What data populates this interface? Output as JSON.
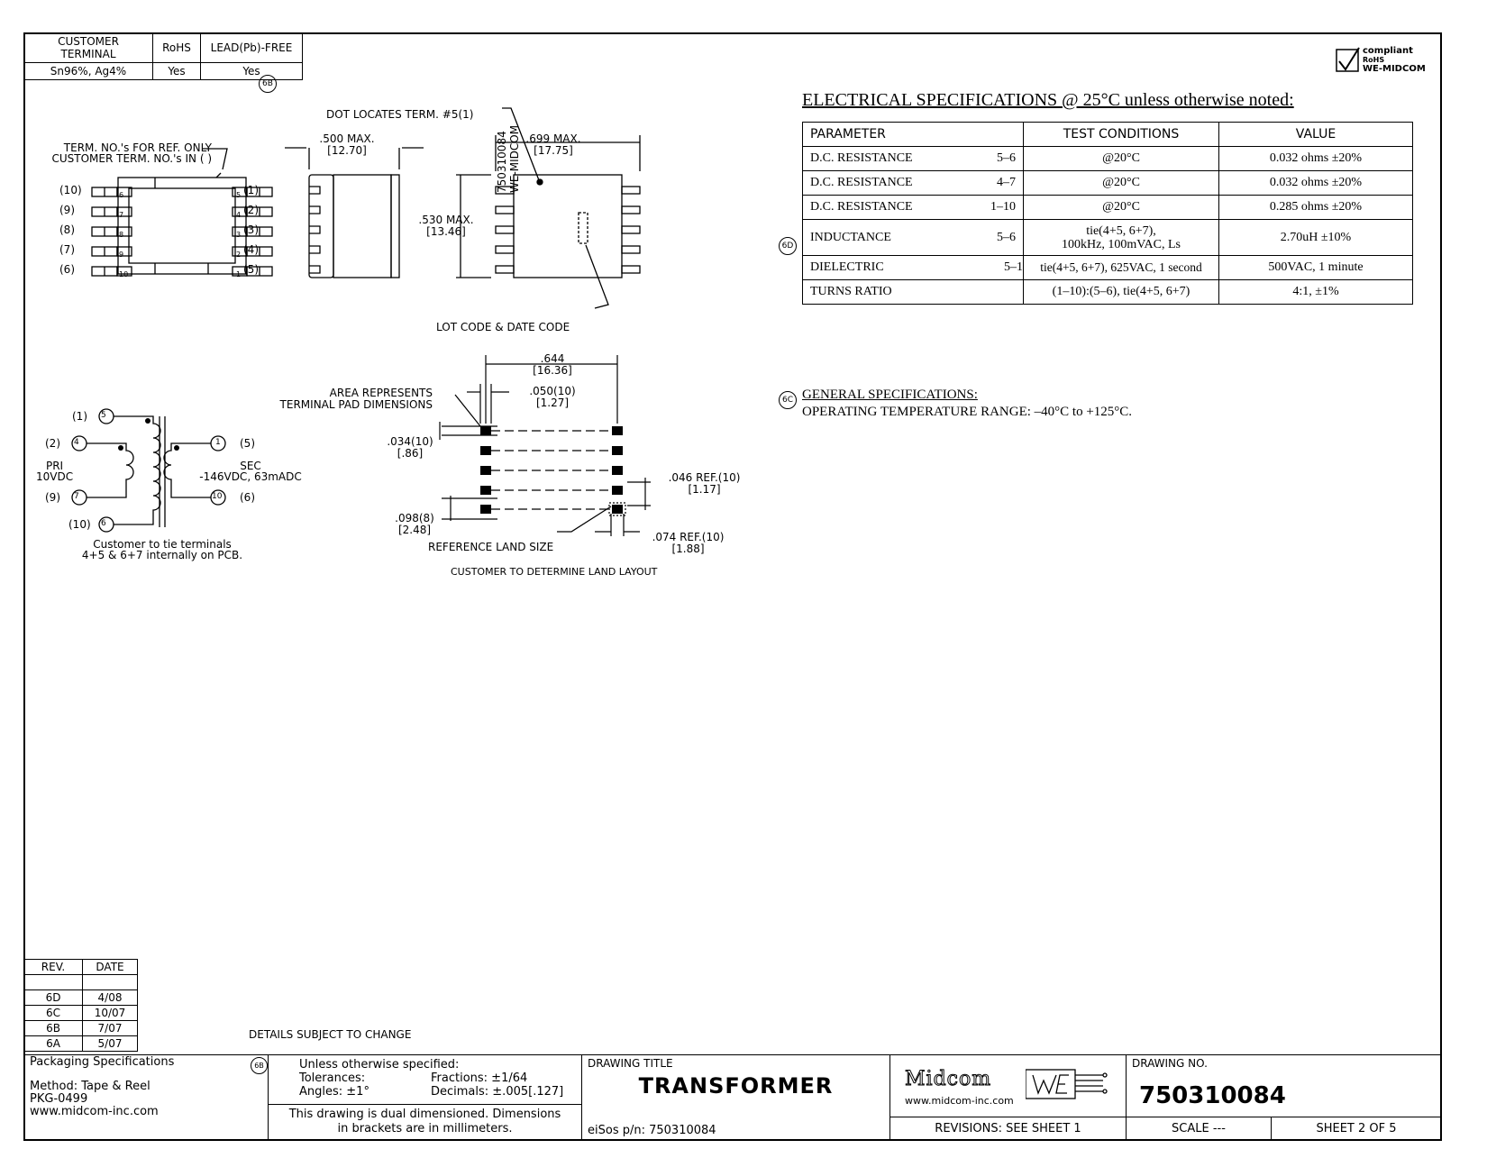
{
  "terminal_table": {
    "headers": [
      "CUSTOMER TERMINAL",
      "RoHS",
      "LEAD(Pb)-FREE"
    ],
    "values": [
      "Sn96%, Ag4%",
      "Yes",
      "Yes"
    ],
    "rev_mark": "6B"
  },
  "rohs_badge": {
    "line1": "compliant",
    "line2": "RoHS",
    "line3": "WE-MIDCOM"
  },
  "elec_spec": {
    "title": "ELECTRICAL SPECIFICATIONS @ 25°C unless otherwise noted:",
    "headers": [
      "PARAMETER",
      "TEST CONDITIONS",
      "VALUE"
    ],
    "rows": [
      {
        "param": "D.C. RESISTANCE",
        "pins": "5–6",
        "cond": "@20°C",
        "value": "0.032 ohms ±20%",
        "mark": ""
      },
      {
        "param": "D.C. RESISTANCE",
        "pins": "4–7",
        "cond": "@20°C",
        "value": "0.032 ohms ±20%",
        "mark": ""
      },
      {
        "param": "D.C. RESISTANCE",
        "pins": "1–10",
        "cond": "@20°C",
        "value": "0.285 ohms ±20%",
        "mark": ""
      },
      {
        "param": "INDUCTANCE",
        "pins": "5–6",
        "cond": "tie(4+5, 6+7),",
        "cond2": "100kHz, 100mVAC, Ls",
        "value": "2.70uH ±10%",
        "mark": "6D"
      },
      {
        "param": "DIELECTRIC",
        "pins": "5–1",
        "cond": "tie(4+5, 6+7), 625VAC, 1 second",
        "value": "500VAC, 1 minute",
        "mark": ""
      },
      {
        "param": "TURNS RATIO",
        "pins": "",
        "cond": "(1–10):(5–6), tie(4+5, 6+7)",
        "value": "4:1, ±1%",
        "mark": ""
      }
    ]
  },
  "general_spec": {
    "mark": "6C",
    "title": "GENERAL SPECIFICATIONS:",
    "line": "OPERATING TEMPERATURE RANGE: –40°C to +125°C."
  },
  "drawing_notes": {
    "term_note1": "TERM. NO.'s FOR REF. ONLY",
    "term_note2": "CUSTOMER TERM. NO.'s IN ( )",
    "left_labels": [
      "(10)",
      "(9)",
      "(8)",
      "(7)",
      "(6)"
    ],
    "right_labels": [
      "(1)",
      "(2)",
      "(3)",
      "(4)",
      "(5)"
    ],
    "inner_left": [
      "6",
      "7",
      "8",
      "9",
      "10"
    ],
    "inner_right": [
      "5",
      "4",
      "3",
      "2",
      "1"
    ],
    "width_dim": ".500 MAX.",
    "width_dim_mm": "[12.70]",
    "dot_note": "DOT LOCATES TERM. #5(1)",
    "len_dim": ".699 MAX.",
    "len_dim_mm": "[17.75]",
    "height_dim": ".530 MAX.",
    "height_dim_mm": "[13.46]",
    "part_marking": "750310084",
    "brand_marking": "WE-MIDCOM",
    "lot_note": "LOT CODE & DATE CODE"
  },
  "schematic": {
    "pri_label": "PRI",
    "pri_volt": "10VDC",
    "sec_label": "SEC",
    "sec_volt": "-146VDC, 63mADC",
    "left_ext": [
      "(1)",
      "(2)",
      "(9)",
      "(10)"
    ],
    "left_int": [
      "5",
      "4",
      "7",
      "6"
    ],
    "right_ext": [
      "(5)",
      "(6)"
    ],
    "right_int": [
      "1",
      "10"
    ],
    "note1": "Customer to tie terminals",
    "note2": "4+5 & 6+7 internally on PCB."
  },
  "land_pattern": {
    "pitch_dim": ".644",
    "pitch_dim_mm": "[16.36]",
    "area_note1": "AREA REPRESENTS",
    "area_note2": "TERMINAL PAD DIMENSIONS",
    "pad_w": ".050(10)",
    "pad_w_mm": "[1.27]",
    "pad_h": ".034(10)",
    "pad_h_mm": "[.86]",
    "pitch_y": ".098(8)",
    "pitch_y_mm": "[2.48]",
    "ref_land": "REFERENCE LAND SIZE",
    "ref1": ".046 REF.(10)",
    "ref1_mm": "[1.17]",
    "ref2": ".074 REF.(10)",
    "ref2_mm": "[1.88]",
    "customer_note": "CUSTOMER TO DETERMINE LAND LAYOUT"
  },
  "revisions": {
    "headers": [
      "REV.",
      "DATE"
    ],
    "rows": [
      [
        "6D",
        "4/08"
      ],
      [
        "6C",
        "10/07"
      ],
      [
        "6B",
        "7/07"
      ],
      [
        "6A",
        "5/07"
      ]
    ]
  },
  "details_note": "DETAILS SUBJECT TO CHANGE",
  "title_block": {
    "pkg_title": "Packaging Specifications",
    "pkg_method": "Method: Tape & Reel",
    "pkg_code": "PKG-0499",
    "pkg_url": "www.midcom-inc.com",
    "tol_mark": "6B",
    "tol_title": "Unless otherwise specified:",
    "tol_label": "Tolerances:",
    "tol_frac": "Fractions: ±1/64",
    "tol_angle": "Angles: ±1°",
    "tol_dec": "Decimals: ±.005[.127]",
    "dual1": "This drawing is dual dimensioned. Dimensions",
    "dual2": "in brackets are in millimeters.",
    "drawing_title_label": "DRAWING TITLE",
    "drawing_title": "TRANSFORMER",
    "eisos": "eiSos p/n: 750310084",
    "logo_text": "Midcom",
    "logo_url": "www.midcom-inc.com",
    "drawing_no_label": "DRAWING NO.",
    "drawing_no": "750310084",
    "revisions_note": "REVISIONS: SEE SHEET 1",
    "scale": "SCALE  ---",
    "sheet": "SHEET 2 OF 5"
  }
}
